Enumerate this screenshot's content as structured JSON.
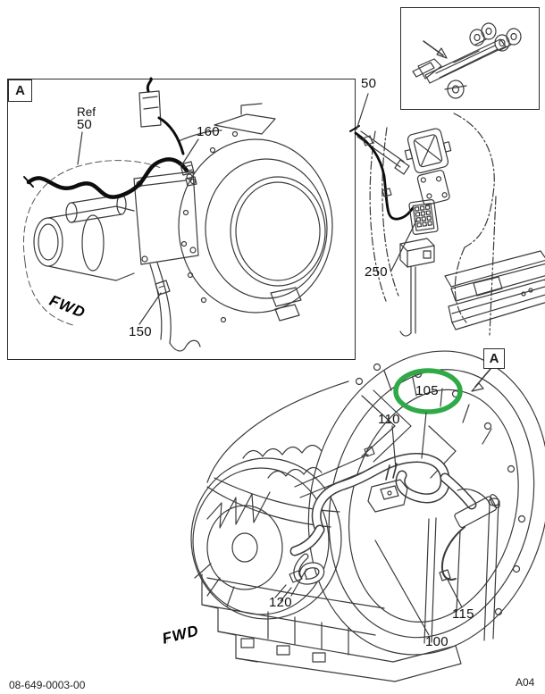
{
  "doc": {
    "footer_left": "08-649-0003-00",
    "footer_right": "A04"
  },
  "colors": {
    "line": "#3a3a3a",
    "cable_black": "#0d0d0d",
    "highlight_green": "#2faa47",
    "background": "#ffffff"
  },
  "detail_view": {
    "frame_label": "A",
    "ref_label": "Ref",
    "ref_number": "50",
    "callout_160": "160",
    "callout_150": "150",
    "fwd": "FWD"
  },
  "chassis_view": {
    "callout_50": "50",
    "callout_250": "250"
  },
  "main_view": {
    "frame_label": "A",
    "callout_105": "105",
    "callout_110": "110",
    "callout_120": "120",
    "callout_100": "100",
    "callout_115": "115",
    "fwd": "FWD"
  }
}
